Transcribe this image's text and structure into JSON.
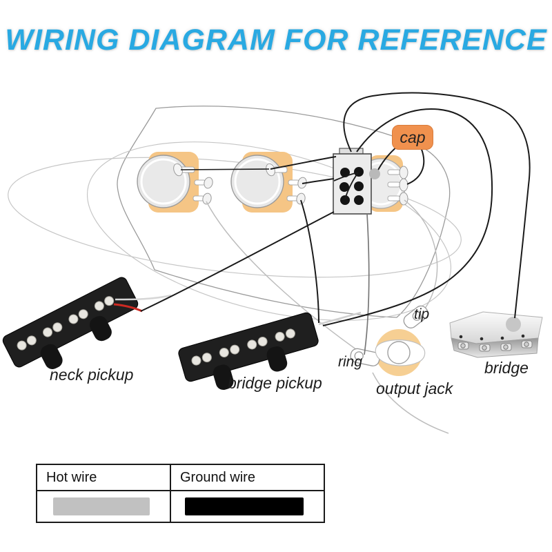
{
  "title": "WIRING DIAGRAM FOR REFERENCE",
  "diagram": {
    "labels": {
      "cap": "cap",
      "tip": "tip",
      "ring": "ring",
      "output_jack": "output jack",
      "bridge": "bridge",
      "neck_pickup": "neck pickup",
      "bridge_pickup": "bridge pickup"
    }
  },
  "legend": {
    "items": [
      {
        "label": "Hot wire",
        "swatch_color": "#c1c1c1"
      },
      {
        "label": "Ground wire",
        "swatch_color": "#000000"
      }
    ]
  },
  "colors": {
    "title_blue": "#29a9e2",
    "pot_body_orange": "#f5c585",
    "cap_orange": "#f0914e",
    "jack_orange": "#f6cf93",
    "hot_wire_gray": "#c1c1c1",
    "ground_wire_black": "#000000"
  }
}
